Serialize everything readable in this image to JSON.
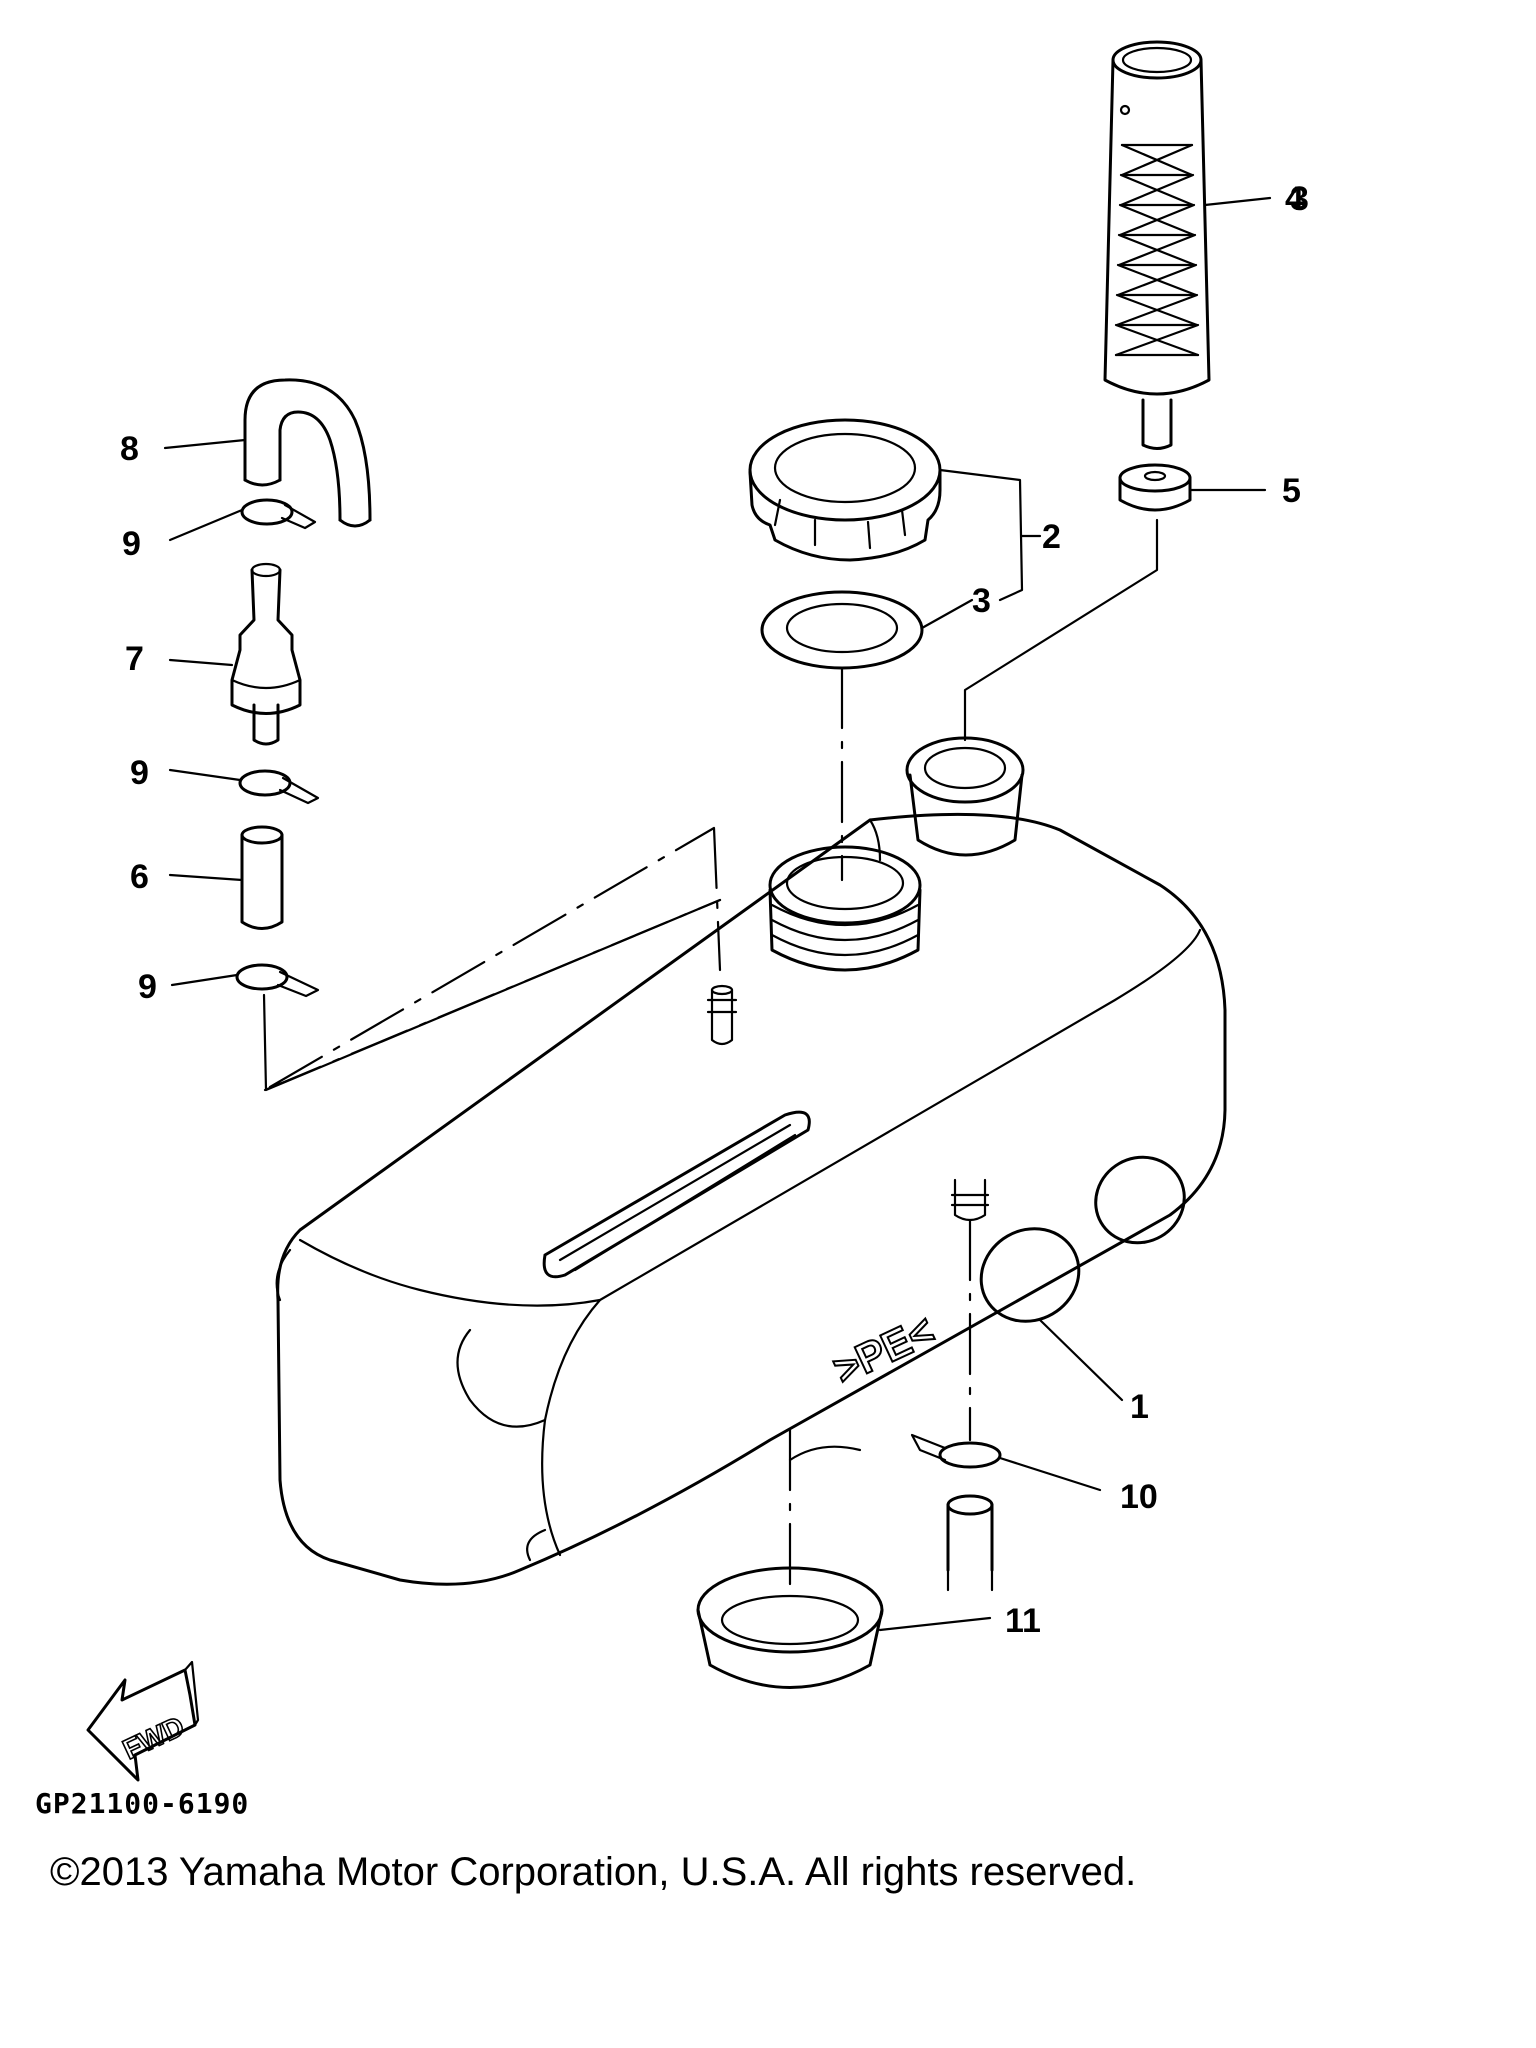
{
  "callouts": [
    {
      "id": "1",
      "label": "1"
    },
    {
      "id": "2",
      "label": "2"
    },
    {
      "id": "3",
      "label": "3"
    },
    {
      "id": "4",
      "label": "4"
    },
    {
      "id": "5",
      "label": "5"
    },
    {
      "id": "6",
      "label": "6"
    },
    {
      "id": "7",
      "label": "7"
    },
    {
      "id": "8",
      "label": "8"
    },
    {
      "id": "9a",
      "label": "9"
    },
    {
      "id": "9b",
      "label": "9"
    },
    {
      "id": "9c",
      "label": "9"
    },
    {
      "id": "10",
      "label": "10"
    },
    {
      "id": "11",
      "label": "11"
    }
  ],
  "tank_marking": ">PE<",
  "fwd_label": "FWD",
  "drawing_code": "GP21100-6190",
  "copyright": "©2013 Yamaha Motor Corporation, U.S.A. All rights reserved."
}
